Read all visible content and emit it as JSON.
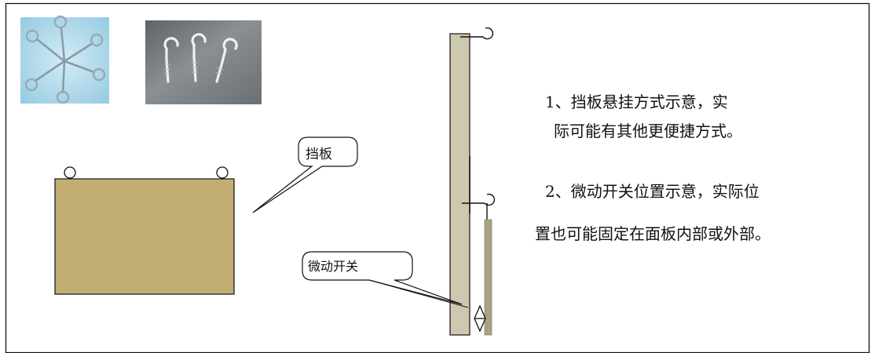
{
  "labels": {
    "baffle": "挡板",
    "microswitch": "微动开关"
  },
  "notes": {
    "note1_line1": "1、挡板悬挂方式示意，实",
    "note1_line2": "际可能有其他更便捷方式。",
    "note2_line1": "2、微动开关位置示意，实际位",
    "note2_line2": "置也可能固定在面板内部或外部。"
  },
  "photos": {
    "eye_screws": "eye-screws-photo",
    "hook_screws": "hook-screws-photo"
  },
  "colors": {
    "baffle_fill": "#c2ad73",
    "side_panel_fill": "#cec8b0",
    "photo1_bg": "#a8d6ea",
    "photo2_bg": "#6f7478",
    "rod_fill": "#a7a383",
    "outline": "#111111"
  }
}
